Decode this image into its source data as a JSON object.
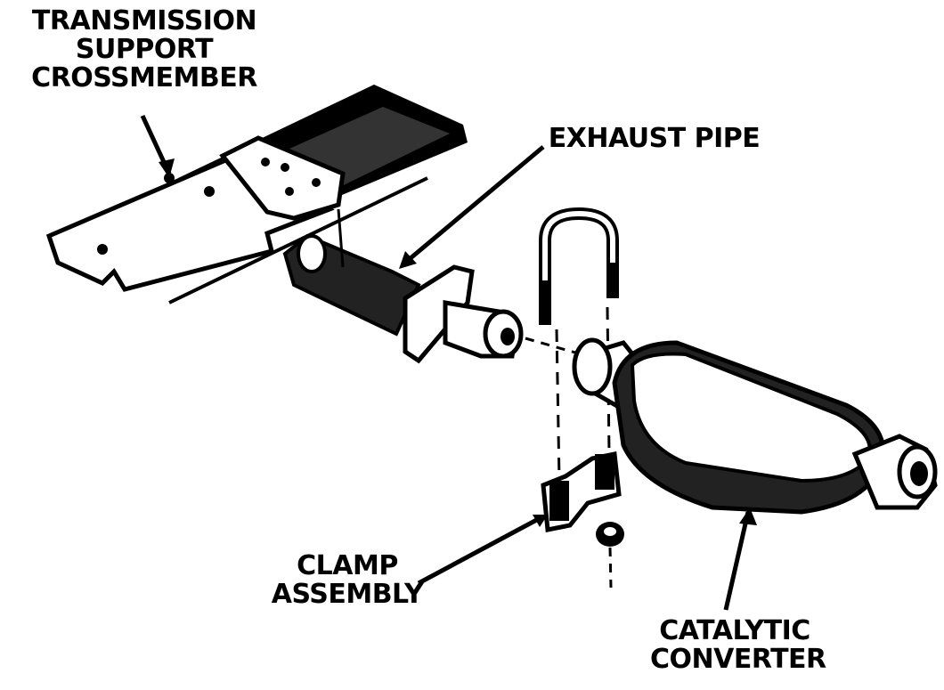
{
  "labels": {
    "transmission_support": [
      "TRANSMISSION",
      "SUPPORT",
      "CROSSMEMBER"
    ],
    "exhaust_pipe": [
      "EXHAUST PIPE"
    ],
    "clamp_assembly": [
      "CLAMP",
      "ASSEMBLY"
    ],
    "catalytic_converter": [
      "CATALYTIC",
      "CONVERTER"
    ]
  },
  "colors": {
    "ink": "#000000",
    "paper": "#ffffff"
  }
}
